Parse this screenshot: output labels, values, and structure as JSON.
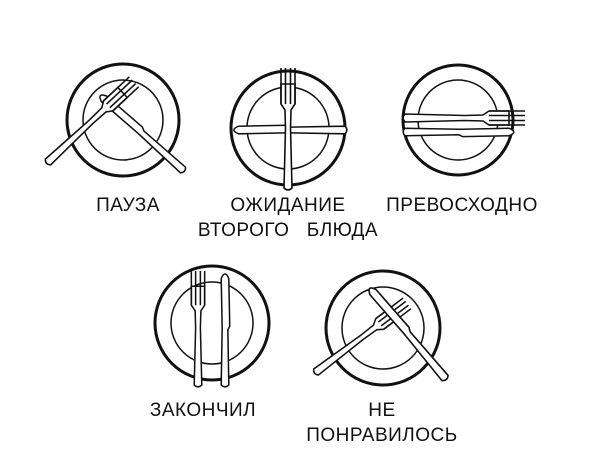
{
  "items": [
    {
      "label_lines": [
        "ПАУЗА"
      ]
    },
    {
      "label_lines": [
        "ОЖИДАНИЕ",
        "ВТОРОГО   БЛЮДА"
      ]
    },
    {
      "label_lines": [
        "ПРЕВОСХОДНО"
      ]
    },
    {
      "label_lines": [
        "ЗАКОНЧИЛ"
      ]
    },
    {
      "label_lines": [
        "НЕ",
        "ПОНРАВИЛОСЬ"
      ]
    }
  ]
}
